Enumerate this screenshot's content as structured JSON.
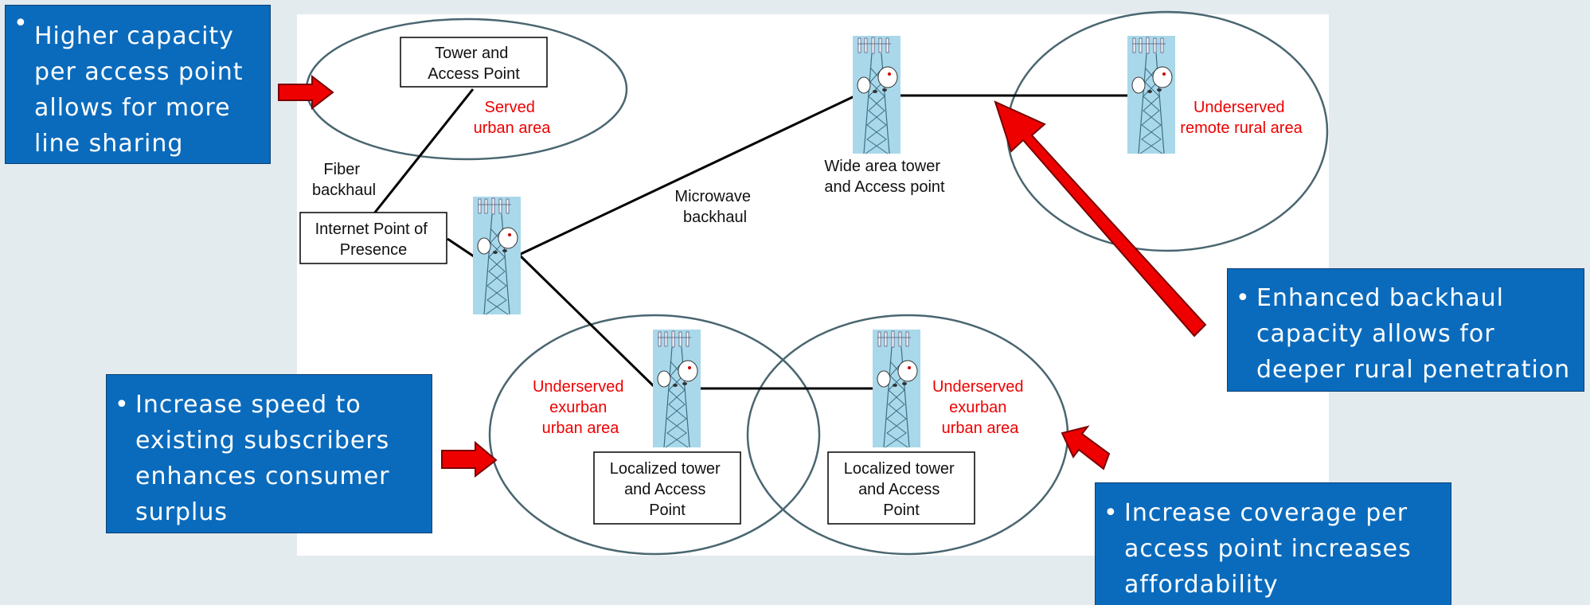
{
  "colors": {
    "page_bg": "#e3ebef",
    "diagram_bg": "#ffffff",
    "callout_bg": "#0a6bbd",
    "callout_text": "#ffffff",
    "arrow_red": "#ee0000",
    "area_outline": "#4a6670",
    "tower_fill": "#a9d8ea",
    "area_label": "#ee0000"
  },
  "callouts": {
    "top_left": {
      "bullet": "•",
      "lines": [
        "Higher capacity",
        "per access point",
        "allows for more",
        "line sharing"
      ]
    },
    "right": {
      "bullet": "•",
      "lines": [
        "Enhanced backhaul",
        "capacity allows for",
        "deeper rural penetration"
      ]
    },
    "bottom_left": {
      "bullet": "•",
      "lines": [
        "Increase speed to",
        "existing subscribers",
        "enhances consumer",
        "surplus"
      ]
    },
    "bottom_right": {
      "bullet": "•",
      "lines": [
        "Increase coverage per",
        "access point increases",
        "affordability"
      ]
    }
  },
  "diagram": {
    "nodes": {
      "tower_ap": [
        "Tower and",
        "Access Point"
      ],
      "internet_pop": [
        "Internet Point of",
        "Presence"
      ],
      "localized_1": [
        "Localized tower",
        "and Access",
        "Point"
      ],
      "localized_2": [
        "Localized tower",
        "and Access",
        "Point"
      ]
    },
    "links": {
      "fiber": [
        "Fiber",
        "backhaul"
      ],
      "microwave": [
        "Microwave",
        "backhaul"
      ],
      "wide_area": [
        "Wide area tower",
        "and Access point"
      ]
    },
    "areas": {
      "served_urban": [
        "Served",
        "urban area"
      ],
      "remote_rural": [
        "Underserved",
        "remote rural area"
      ],
      "exurban_left": [
        "Underserved",
        "exurban",
        "urban area"
      ],
      "exurban_right": [
        "Underserved",
        "exurban",
        "urban area"
      ]
    },
    "icons": {
      "tower": "cell-tower-icon",
      "arrow": "red-arrow-icon"
    }
  }
}
